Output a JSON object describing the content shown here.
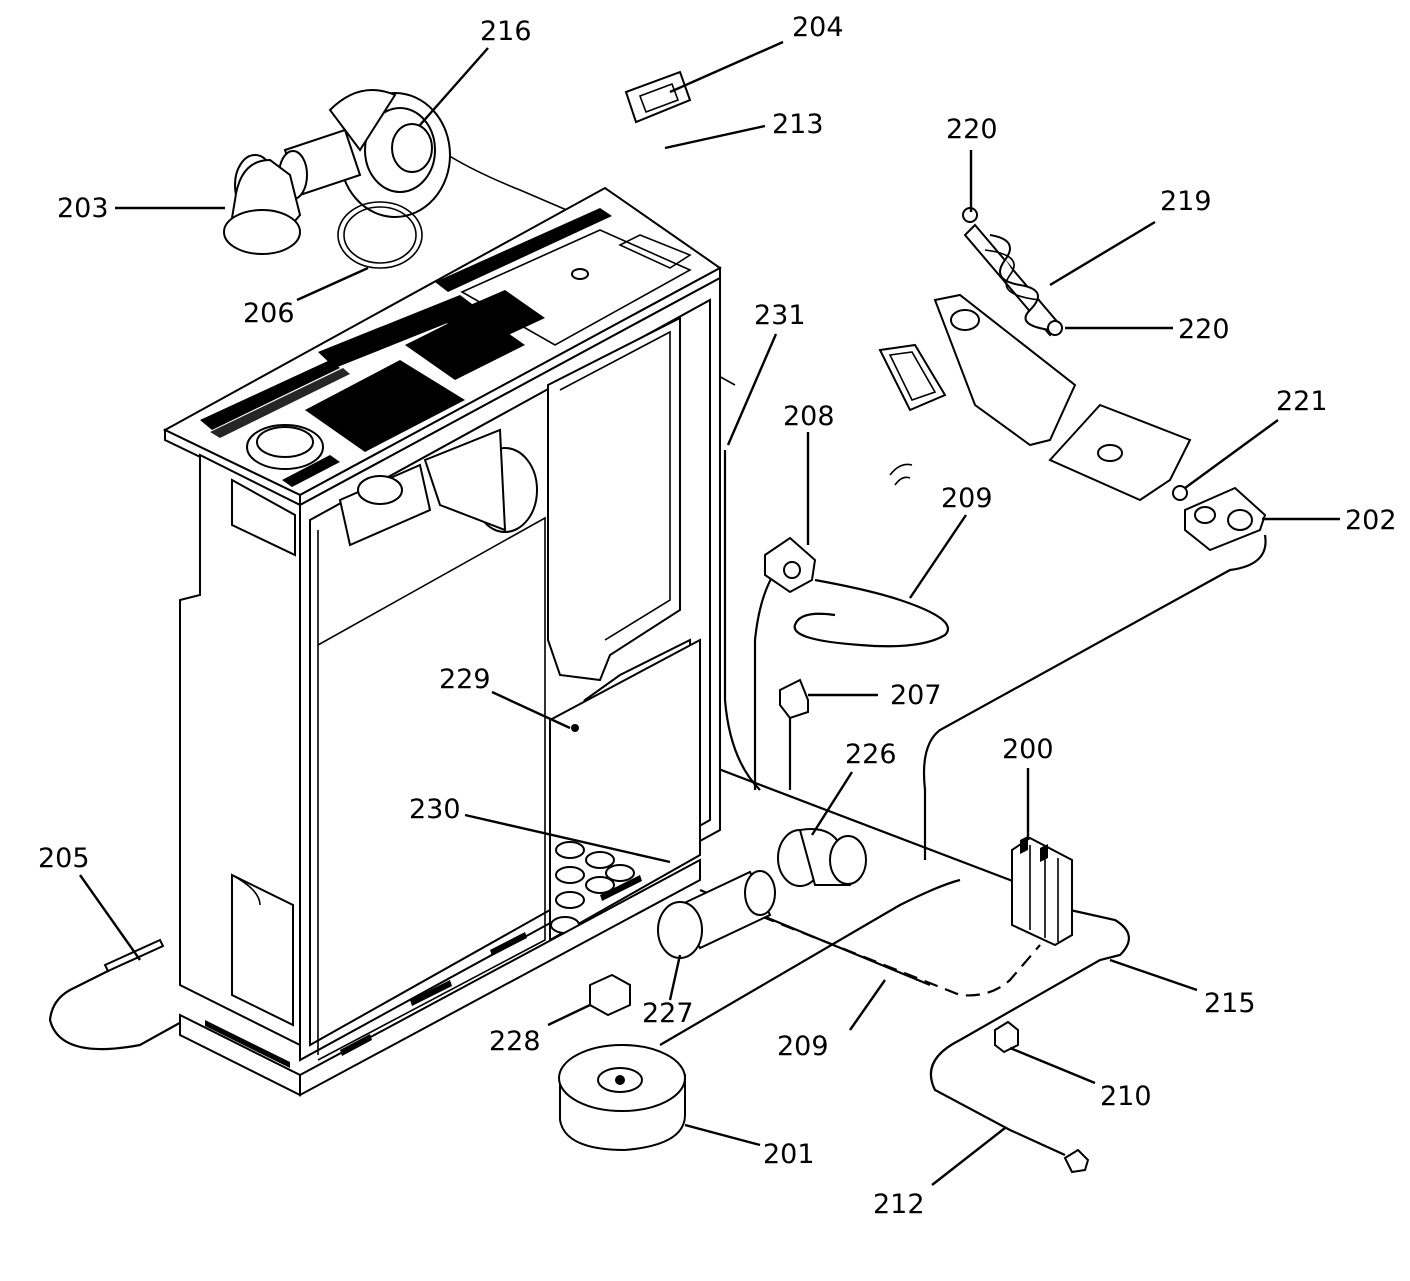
{
  "callouts": {
    "c200": "200",
    "c201": "201",
    "c202": "202",
    "c203": "203",
    "c204": "204",
    "c205": "205",
    "c206": "206",
    "c207": "207",
    "c208": "208",
    "c209a": "209",
    "c209b": "209",
    "c210": "210",
    "c212": "212",
    "c213": "213",
    "c215": "215",
    "c216": "216",
    "c219": "219",
    "c220a": "220",
    "c220b": "220",
    "c221": "221",
    "c226": "226",
    "c227": "227",
    "c228": "228",
    "c229": "229",
    "c230": "230",
    "c231": "231"
  },
  "colors": {
    "ink": "#000000",
    "paper": "#ffffff"
  }
}
